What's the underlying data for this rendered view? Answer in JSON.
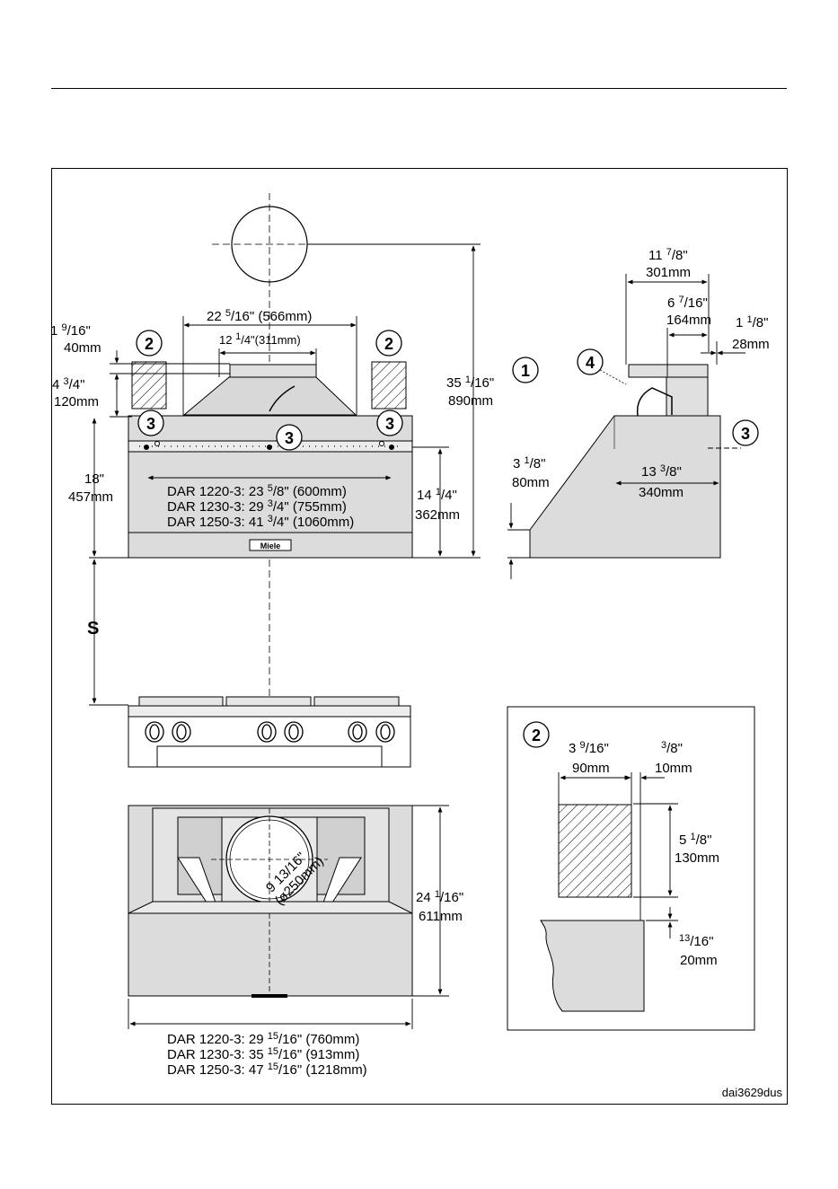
{
  "top_dims": {
    "d1_a": "1 ",
    "d1_b": "9",
    "d1_c": "/16\"",
    "d1_mm": "40mm",
    "d2_a": "4 ",
    "d2_b": "3",
    "d2_c": "/4\"",
    "d2_mm": "120mm",
    "d3_a": "22 ",
    "d3_b": "5",
    "d3_c": "/16\" (566mm)",
    "d4_a": "12 ",
    "d4_b": "1",
    "d4_c": "/4\"(311mm)",
    "d5_a": "18\"",
    "d5_mm": "457mm",
    "d6_a": "14 ",
    "d6_b": "1",
    "d6_c": "/4\"",
    "d6_mm": "362mm",
    "d7_a": "35 ",
    "d7_b": "1",
    "d7_c": "/16\"",
    "d7_mm": "890mm",
    "s_label": "S",
    "dar1_a": "DAR 1220-3: 23 ",
    "dar1_b": "5",
    "dar1_c": "/8\" (600mm)",
    "dar2_a": "DAR 1230-3: 29 ",
    "dar2_b": "3",
    "dar2_c": "/4\" (755mm)",
    "dar3_a": "DAR 1250-3: 41 ",
    "dar3_b": "3",
    "dar3_c": "/4\" (1060mm)",
    "logo": "Miele"
  },
  "side_dims": {
    "e1_a": "11 ",
    "e1_b": "7",
    "e1_c": "/8\"",
    "e1_mm": "301mm",
    "e2_a": "6 ",
    "e2_b": "7",
    "e2_c": "/16\"",
    "e2_mm": "164mm",
    "e3_a": "1 ",
    "e3_b": "1",
    "e3_c": "/8\"",
    "e3_mm": "28mm",
    "e4_a": "3 ",
    "e4_b": "1",
    "e4_c": "/8\"",
    "e4_mm": "80mm",
    "e5_a": "13 ",
    "e5_b": "3",
    "e5_c": "/8\"",
    "e5_mm": "340mm"
  },
  "bottom_dims": {
    "b1_a": "24 ",
    "b1_b": "1",
    "b1_c": "/16\"",
    "b1_mm": "611mm",
    "duct_line1": "9 13/16\"",
    "duct_line2": "(ø250mm)",
    "w1_a": "DAR 1220-3: 29 ",
    "w1_b": "15",
    "w1_c": "/16\" (760mm)",
    "w2_a": "DAR 1230-3: 35 ",
    "w2_b": "15",
    "w2_c": "/16\" (913mm)",
    "w3_a": "DAR 1250-3: 47 ",
    "w3_b": "15",
    "w3_c": "/16\" (1218mm)"
  },
  "detail_dims": {
    "f1_a": "3 ",
    "f1_b": "9",
    "f1_c": "/16\"",
    "f1_mm": "90mm",
    "f2_b": "3",
    "f2_c": "/8\"",
    "f2_mm": "10mm",
    "f3_a": "5 ",
    "f3_b": "1",
    "f3_c": "/8\"",
    "f3_mm": "130mm",
    "f4_b": "13",
    "f4_c": "/16\"",
    "f4_mm": "20mm"
  },
  "callouts": {
    "c1": "1",
    "c2": "2",
    "c3": "3",
    "c4": "4"
  },
  "figure_id": "dai3629dus"
}
